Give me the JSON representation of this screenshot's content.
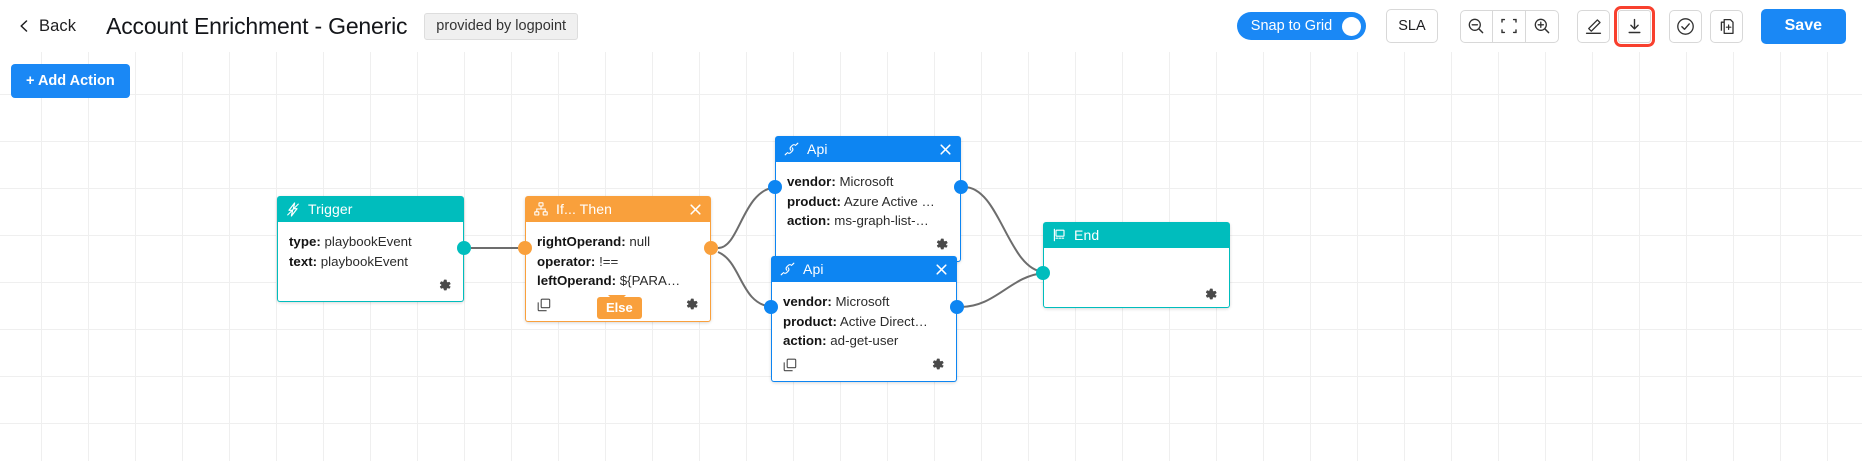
{
  "header": {
    "back_label": "Back",
    "title": "Account Enrichment - Generic",
    "provider_badge": "provided by logpoint",
    "snap_to_grid_label": "Snap to Grid",
    "snap_to_grid_on": true,
    "sla_label": "SLA",
    "save_label": "Save",
    "accent_color": "#1a88f5",
    "highlight_color": "#f8402e",
    "icons": [
      "zoom-out-icon",
      "fit-to-screen-icon",
      "zoom-in-icon",
      "edit-pencil-icon",
      "download-icon",
      "validate-check-icon",
      "duplicate-document-icon"
    ]
  },
  "canvas": {
    "add_action_label": "+ Add Action",
    "else_label": "Else",
    "nodes": [
      {
        "id": "trigger",
        "type": "trigger",
        "icon": "lightning-bolt-icon",
        "title": "Trigger",
        "color": "#00bdbd",
        "closable": false,
        "lines": [
          {
            "key": "type:",
            "value": " playbookEvent"
          },
          {
            "key": "text:",
            "value": " playbookEvent"
          }
        ],
        "has_copy": false,
        "has_gear": true
      },
      {
        "id": "if-then",
        "type": "condition",
        "icon": "sitemap-icon",
        "title": "If... Then",
        "color": "#f9a03c",
        "closable": true,
        "lines": [
          {
            "key": "rightOperand:",
            "value": " null"
          },
          {
            "key": "operator:",
            "value": " !=="
          },
          {
            "key": "leftOperand:",
            "value": " ${PARA…"
          }
        ],
        "has_copy": true,
        "has_gear": true
      },
      {
        "id": "api-azure-ad",
        "type": "api",
        "icon": "plug-connector-icon",
        "title": "Api",
        "color": "#0d85f2",
        "closable": true,
        "lines": [
          {
            "key": "vendor:",
            "value": " Microsoft"
          },
          {
            "key": "product:",
            "value": " Azure Active …"
          },
          {
            "key": "action:",
            "value": " ms-graph-list-…"
          }
        ],
        "has_copy": false,
        "has_gear": true
      },
      {
        "id": "api-active-directory",
        "type": "api",
        "icon": "plug-connector-icon",
        "title": "Api",
        "color": "#0d85f2",
        "closable": true,
        "lines": [
          {
            "key": "vendor:",
            "value": " Microsoft"
          },
          {
            "key": "product:",
            "value": " Active Direct…"
          },
          {
            "key": "action:",
            "value": " ad-get-user"
          }
        ],
        "has_copy": true,
        "has_gear": true
      },
      {
        "id": "end",
        "type": "end",
        "icon": "flag-icon",
        "title": "End",
        "color": "#00bdbd",
        "closable": false,
        "lines": [],
        "has_copy": false,
        "has_gear": true
      }
    ]
  }
}
